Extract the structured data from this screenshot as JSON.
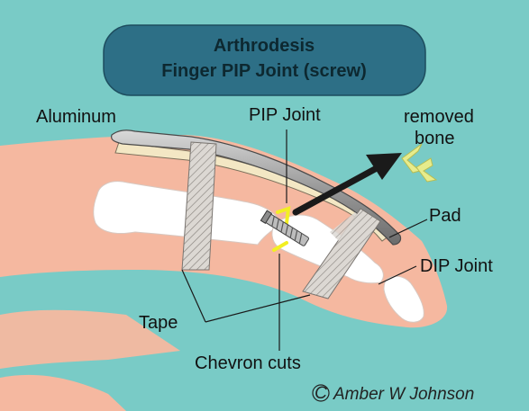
{
  "diagram": {
    "title_line1": "Arthrodesis",
    "title_line2": "Finger PIP Joint (screw)",
    "labels": {
      "aluminum": "Aluminum",
      "pip_joint": "PIP Joint",
      "removed_bone_line1": "removed",
      "removed_bone_line2": "bone",
      "pad": "Pad",
      "dip_joint": "DIP Joint",
      "tape": "Tape",
      "chevron_cuts": "Chevron cuts"
    },
    "copyright_symbol": "C",
    "copyright_name": "Amber W Johnson"
  },
  "colors": {
    "background": "#79cbc6",
    "skin": "#f5b8a0",
    "bone": "#ffffff",
    "title_box": "#2d6f86",
    "splint": "#8f8f8f",
    "pad": "#f3e7c4",
    "removed_bone": "#e7ec8c",
    "chevron": "#f2ef22",
    "arrow": "#1a1a1a"
  },
  "icons": {
    "screw": "screw-icon",
    "arrow": "arrow-icon",
    "copyright": "copyright-icon"
  }
}
